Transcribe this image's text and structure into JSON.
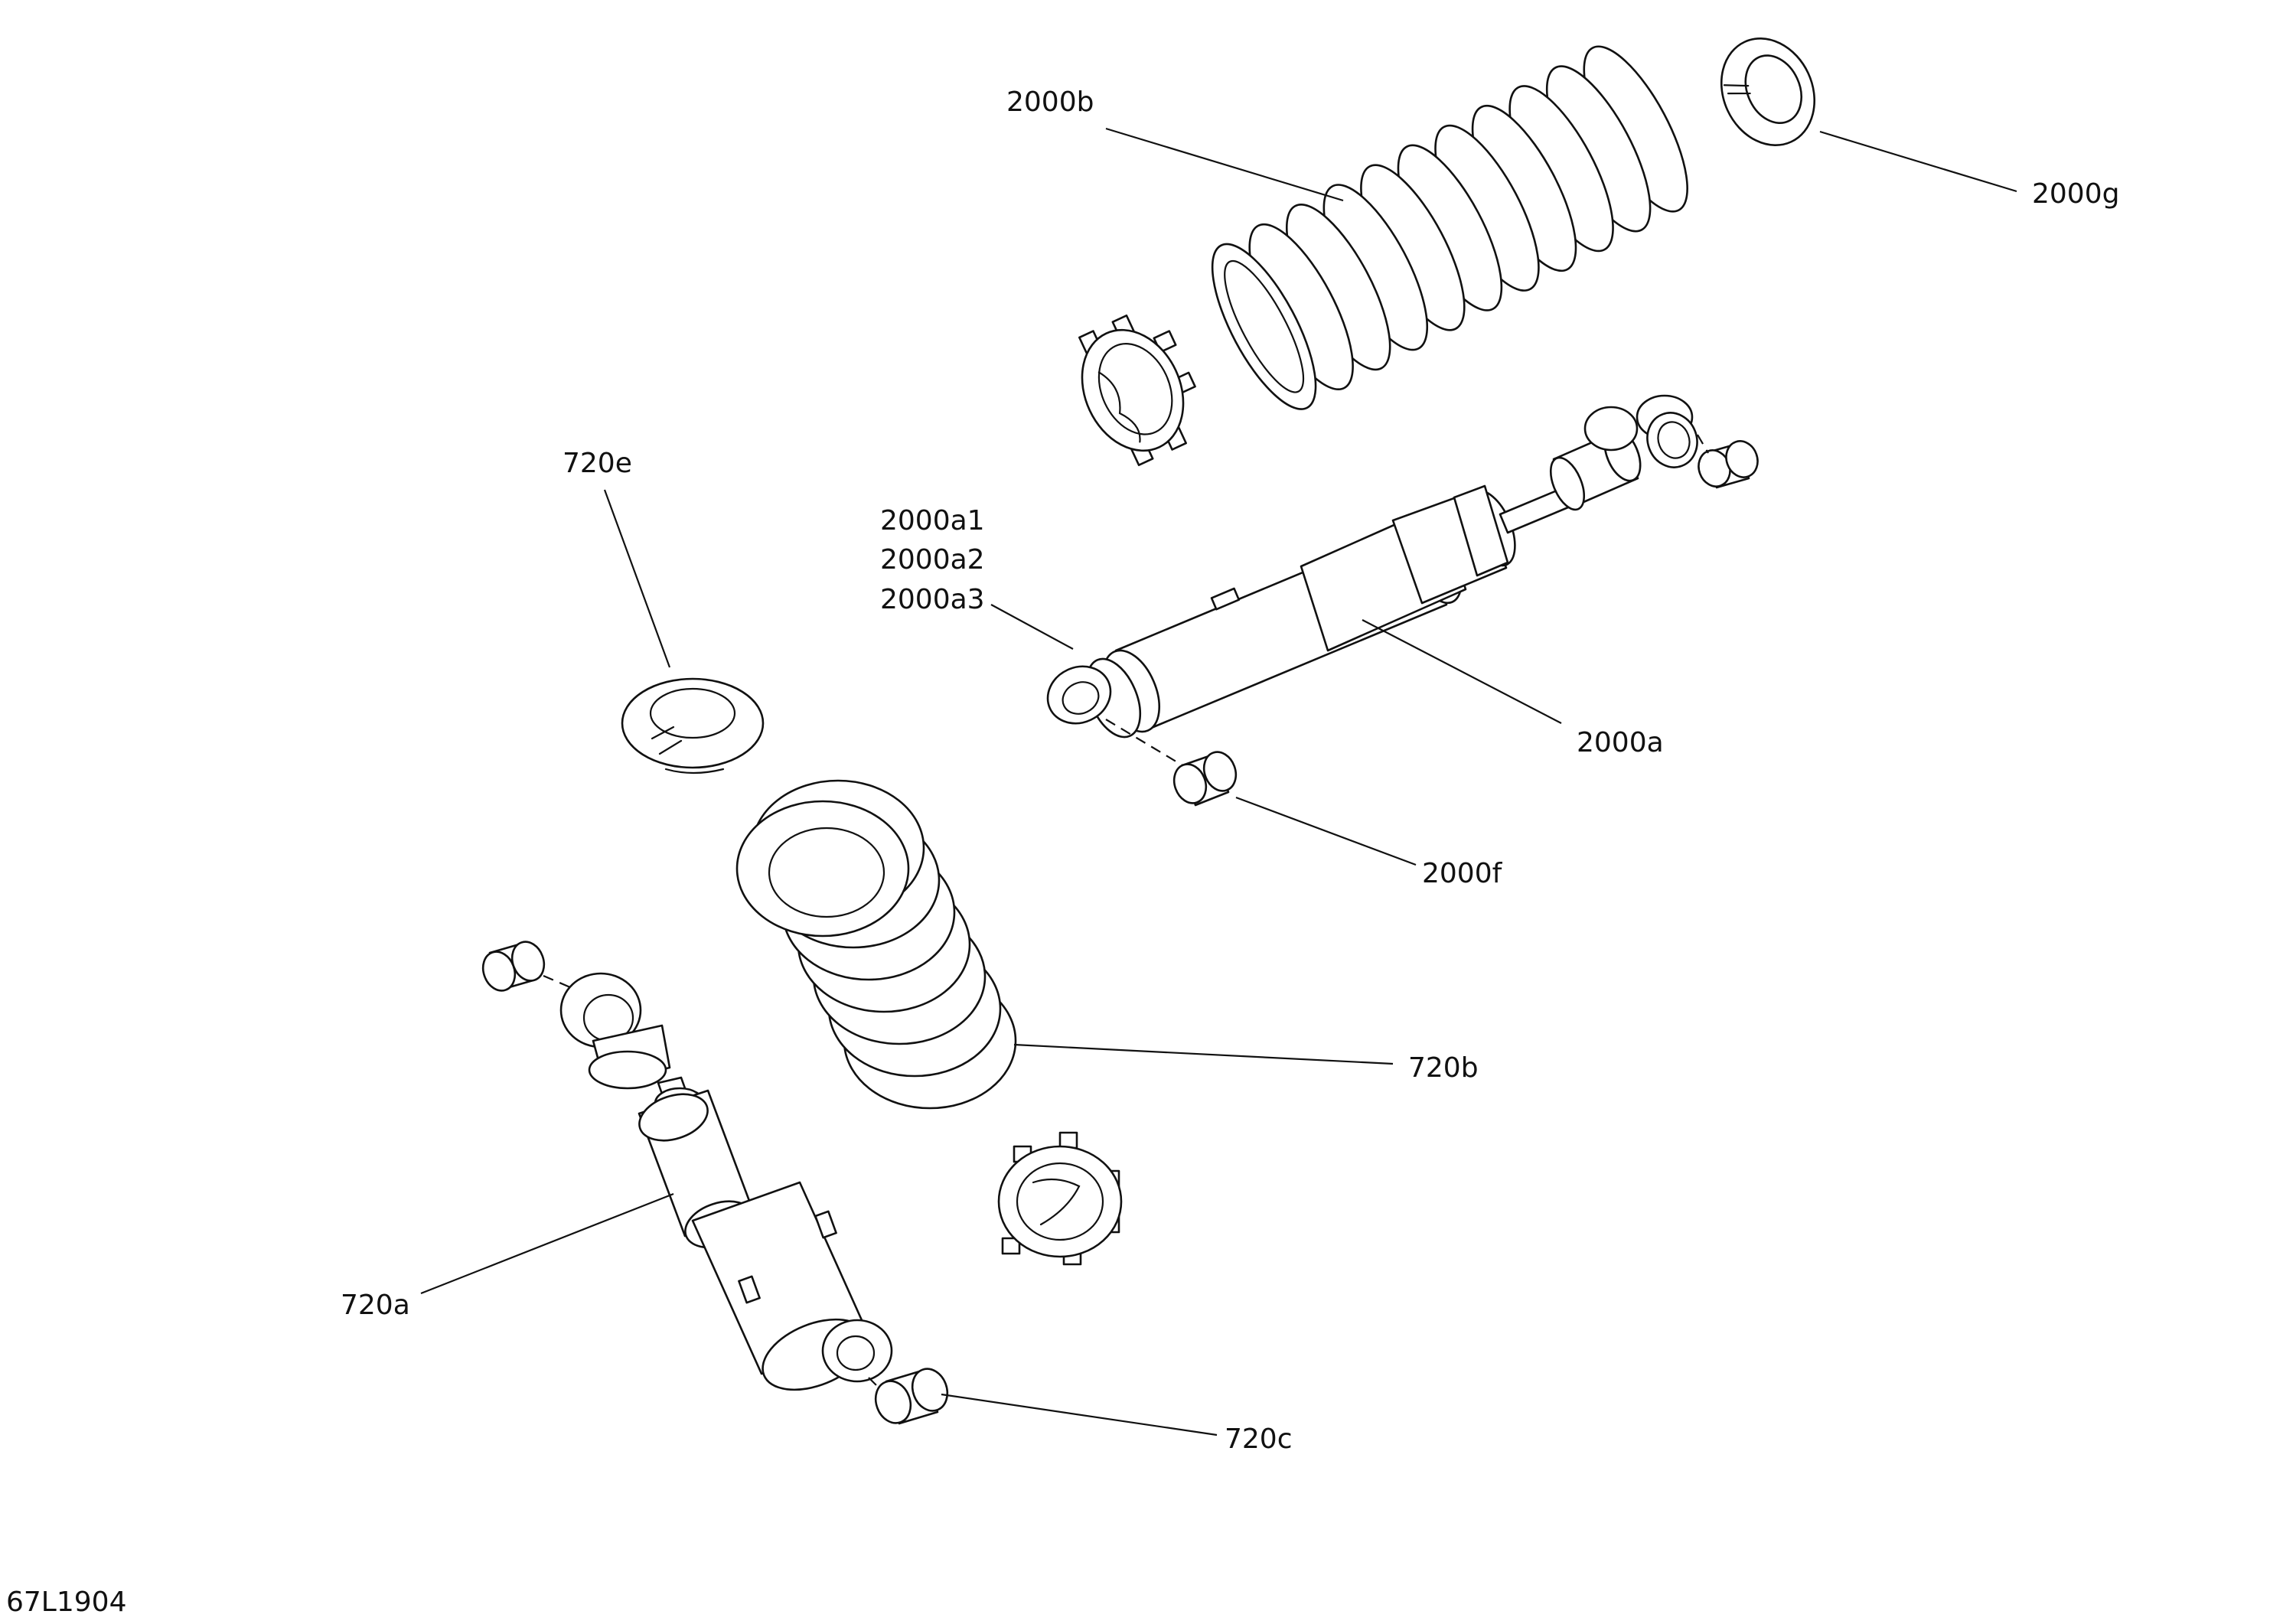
{
  "callouts": {
    "c2000b": "2000b",
    "c2000g": "2000g",
    "c720e": "720e",
    "c2000a1": "2000a1",
    "c2000a2": "2000a2",
    "c2000a3": "2000a3",
    "c2000a": "2000a",
    "c2000f": "2000f",
    "c720b": "720b",
    "c720a": "720a",
    "c720c": "720c"
  },
  "figure_code": "67L1904"
}
